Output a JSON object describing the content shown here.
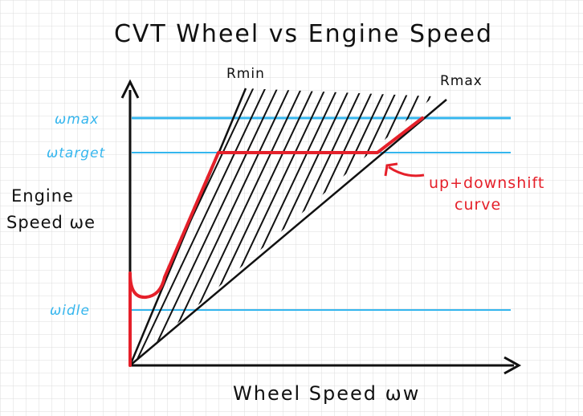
{
  "title": "CVT Wheel vs Engine Speed",
  "axes": {
    "x_label": "Wheel Speed ωw",
    "y_label_line1": "Engine",
    "y_label_line2": "Speed ωe"
  },
  "levels": {
    "w_max": "ωmax",
    "w_target": "ωtarget",
    "w_idle": "ωidle"
  },
  "ratio_lines": {
    "r_min": "Rmin",
    "r_max": "Rmax"
  },
  "annotation": {
    "line1": "up+downshift",
    "line2": "curve"
  },
  "colors": {
    "grid": "#dcdcdc",
    "cyan": "#35b6ee",
    "red": "#e5202a",
    "ink": "#111111"
  }
}
